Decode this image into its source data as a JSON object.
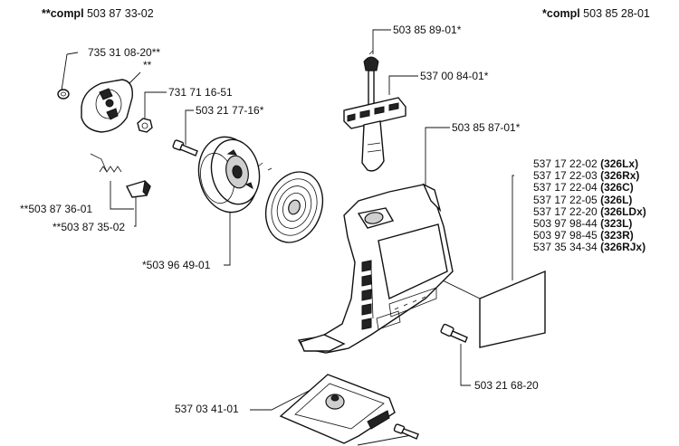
{
  "headers": {
    "left": {
      "prefix": "**compl",
      "number": "503 87 33-02"
    },
    "right": {
      "prefix": "*compl",
      "number": "503 85 28-01"
    }
  },
  "part_labels": {
    "p735310820": "735 31 08-20**",
    "p735_star": "**",
    "p731711651": "731 71 16-51",
    "p503217716": "503 21 77-16*",
    "p503858901": "503 85 89-01*",
    "p537008401": "537 00 84-01*",
    "p503858701": "503 85 87-01*",
    "p503873601": "**503 87 36-01",
    "p503873502": "**503 87 35-02",
    "p503964901": "*503 96 49-01",
    "p503216820": "503 21 68-20",
    "p537034101": "537 03 41-01"
  },
  "model_list": [
    {
      "number": "537 17 22-02",
      "model": "(326Lx)"
    },
    {
      "number": "537 17 22-03",
      "model": "(326Rx)"
    },
    {
      "number": "537 17 22-04",
      "model": "(326C)"
    },
    {
      "number": "537 17 22-05",
      "model": "(326L)"
    },
    {
      "number": "537 17 22-20",
      "model": "(326LDx)"
    },
    {
      "number": "503 97 98-44",
      "model": "(323L)"
    },
    {
      "number": "503 97 98-45",
      "model": "(323R)"
    },
    {
      "number": "537 35 34-34",
      "model": "(326RJx)"
    }
  ]
}
